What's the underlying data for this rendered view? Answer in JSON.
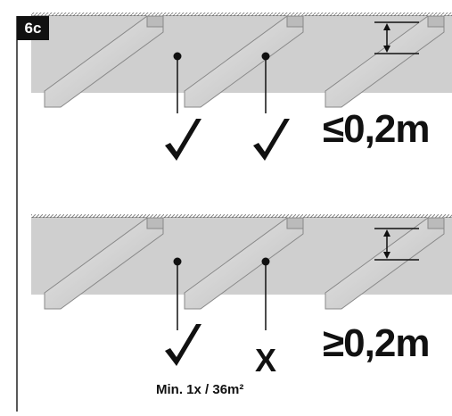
{
  "figure": {
    "label": "6c",
    "panel_top": {
      "distance": "≤0,2m",
      "results": [
        "✓",
        "✓"
      ]
    },
    "panel_bottom": {
      "distance": "≥0,2m",
      "results": [
        "✓",
        "X"
      ],
      "note": "Min. 1x / 36m²"
    }
  }
}
